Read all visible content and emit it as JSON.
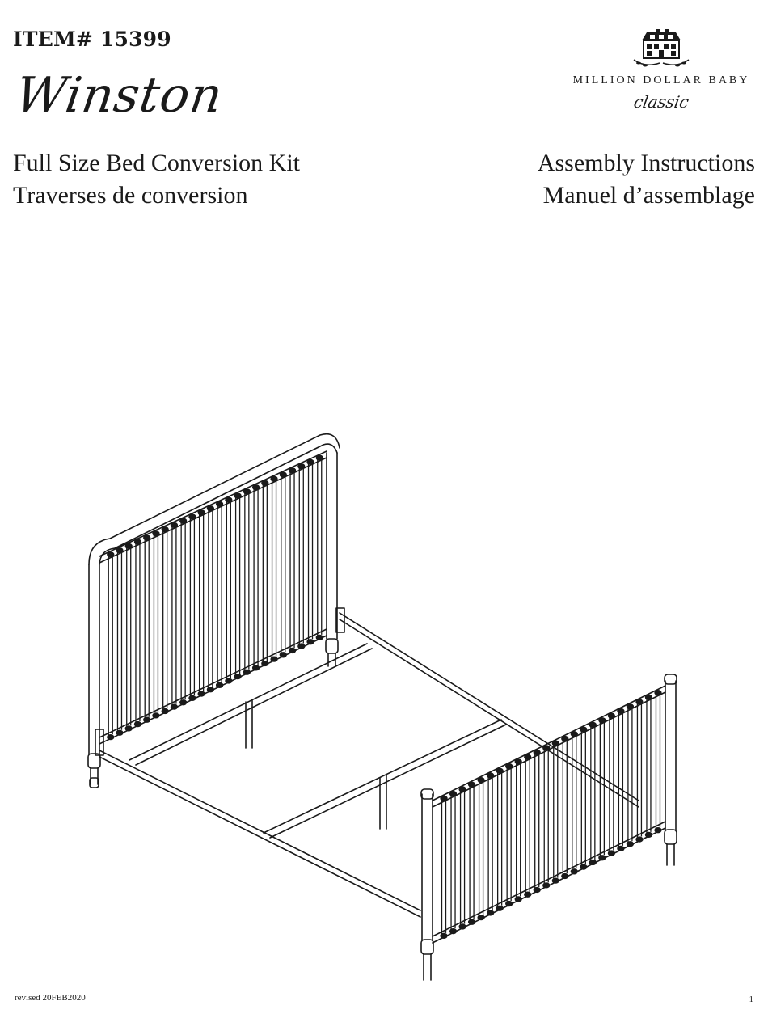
{
  "header": {
    "item_number": "ITEM# 15399",
    "product_name": "Winston"
  },
  "brand": {
    "name": "MILLION DOLLAR BABY",
    "sub": "classic",
    "emblem_icon": "house-logo-icon"
  },
  "titles": {
    "left_en": "Full Size Bed Conversion Kit",
    "left_fr": "Traverses de conversion",
    "right_en": "Assembly Instructions",
    "right_fr": "Manuel d’assemblage"
  },
  "illustration": {
    "icon": "full-size-bed-frame-illustration"
  },
  "footer": {
    "revision": "revised 20FEB2020",
    "page_number": "1"
  }
}
